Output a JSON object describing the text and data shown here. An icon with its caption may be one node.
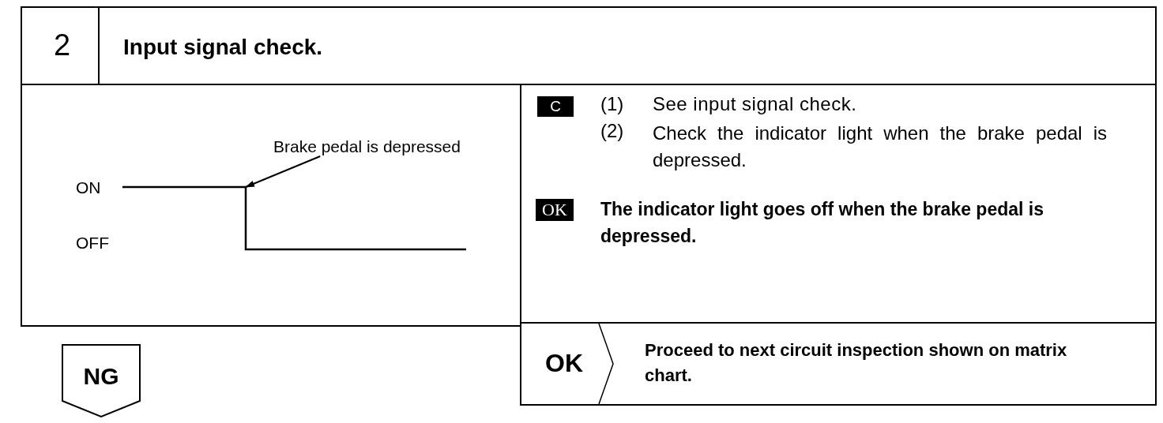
{
  "diagram": {
    "nodes": [
      {
        "text": [
          "2",
          "Input signal check."
        ]
      },
      {
        "text": [
          "Brake pedal is depressed"
        ]
      },
      {
        "text": [],
        "shape": "picture"
      },
      {
        "text": [
          "OK",
          "Proceed to next circuit inspection shown on matrix chart."
        ]
      },
      {
        "text": [
          "NG"
        ]
      }
    ],
    "edges": [
      {
        "from": 1,
        "to": 2,
        "arrow": "to"
      }
    ],
    "labels": [
      "ON",
      "OFF",
      "C",
      "(1)",
      "See input signal check.",
      "(2)",
      "Check the indicator light when the brake pedal is depressed.",
      "OK",
      "The indicator light goes off when the brake pedal is depressed."
    ]
  }
}
